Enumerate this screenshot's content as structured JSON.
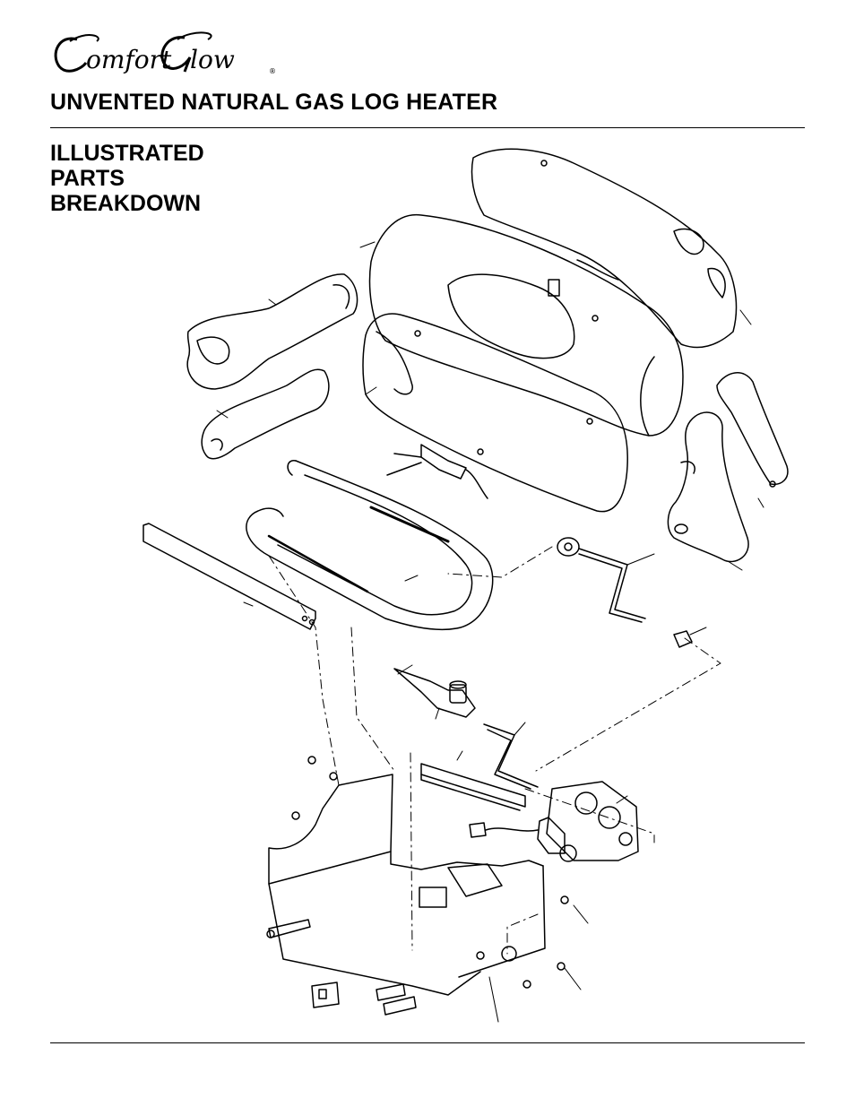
{
  "brand": {
    "logo_text": "Comfort Glow"
  },
  "document": {
    "title": "UNVENTED NATURAL GAS LOG HEATER",
    "section_title_lines": [
      "ILLUSTRATED",
      "PARTS",
      "BREAKDOWN"
    ]
  },
  "diagram": {
    "parts": [
      "rear-log",
      "center-log",
      "front-log",
      "left-top-log",
      "left-bottom-log",
      "right-rear-log",
      "right-front-log",
      "burner",
      "burner-bracket",
      "pilot-assembly",
      "gas-supply-tube",
      "fitting",
      "regulator",
      "regulator-tube",
      "gas-valve",
      "heat-shield",
      "chassis",
      "piezo-igniter",
      "thermostat-switch",
      "fuse-pieces",
      "screws",
      "wire-harness"
    ]
  }
}
